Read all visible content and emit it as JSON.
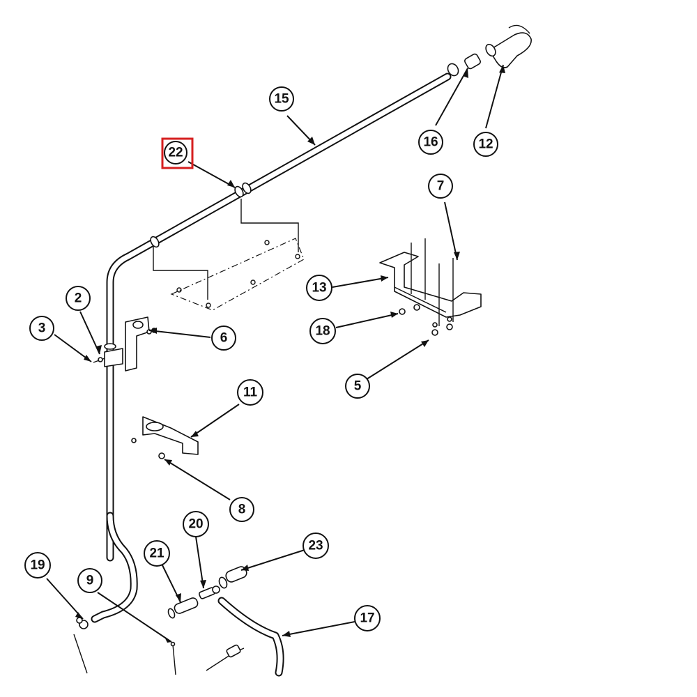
{
  "diagram": {
    "callouts": [
      {
        "id": "c15",
        "label": "15"
      },
      {
        "id": "c16",
        "label": "16"
      },
      {
        "id": "c12",
        "label": "12"
      },
      {
        "id": "c22",
        "label": "22"
      },
      {
        "id": "c7",
        "label": "7"
      },
      {
        "id": "c13",
        "label": "13"
      },
      {
        "id": "c18",
        "label": "18"
      },
      {
        "id": "c5",
        "label": "5"
      },
      {
        "id": "c2",
        "label": "2"
      },
      {
        "id": "c3",
        "label": "3"
      },
      {
        "id": "c6",
        "label": "6"
      },
      {
        "id": "c11",
        "label": "11"
      },
      {
        "id": "c8",
        "label": "8"
      },
      {
        "id": "c20",
        "label": "20"
      },
      {
        "id": "c21",
        "label": "21"
      },
      {
        "id": "c23",
        "label": "23"
      },
      {
        "id": "c19",
        "label": "19"
      },
      {
        "id": "c9",
        "label": "9"
      },
      {
        "id": "c17",
        "label": "17"
      }
    ],
    "highlight": {
      "label": "22",
      "color": "#d61f1f"
    }
  }
}
